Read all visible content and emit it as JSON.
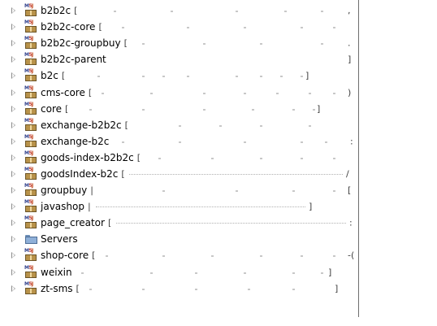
{
  "tree": {
    "items": [
      {
        "name": "b2b2c",
        "suffix": "[",
        "dotted": false,
        "tail": ","
      },
      {
        "name": "b2b2c-core",
        "suffix": "[",
        "dotted": false,
        "tail": ""
      },
      {
        "name": "b2b2c-groupbuy",
        "suffix": "[",
        "dotted": false,
        "tail": "."
      },
      {
        "name": "b2b2c-parent",
        "suffix": "",
        "dotted": false,
        "tail": "]"
      },
      {
        "name": "b2c",
        "suffix": "[",
        "dotted": false,
        "tail": "]"
      },
      {
        "name": "cms-core",
        "suffix": "[",
        "dotted": false,
        "tail": ")"
      },
      {
        "name": "core",
        "suffix": "[",
        "dotted": false,
        "tail": "]"
      },
      {
        "name": "exchange-b2b2c",
        "suffix": "[",
        "dotted": false,
        "tail": ""
      },
      {
        "name": "exchange-b2c",
        "suffix": "",
        "dotted": false,
        "tail": ":"
      },
      {
        "name": "goods-index-b2b2c",
        "suffix": "[",
        "dotted": false,
        "tail": ""
      },
      {
        "name": "goodsIndex-b2c",
        "suffix": "[",
        "dotted": true,
        "tail": "/"
      },
      {
        "name": "groupbuy",
        "suffix": "|",
        "dotted": false,
        "tail": "["
      },
      {
        "name": "javashop",
        "suffix": "|",
        "dotted": true,
        "tail": "]"
      },
      {
        "name": "page_creator",
        "suffix": "[",
        "dotted": true,
        "tail": ":"
      },
      {
        "name": "Servers",
        "suffix": "",
        "dotted": false,
        "tail": ""
      },
      {
        "name": "shop-core",
        "suffix": "[",
        "dotted": false,
        "tail": "-("
      },
      {
        "name": "weixin",
        "suffix": "",
        "dotted": false,
        "tail": "]"
      },
      {
        "name": "zt-sms",
        "suffix": "[",
        "dotted": false,
        "tail": "]"
      }
    ],
    "icon_kinds": [
      "maven-java-project-icon",
      "folder-icon"
    ],
    "icon_letters": {
      "m": "M",
      "five": "5",
      "j": "J"
    }
  }
}
